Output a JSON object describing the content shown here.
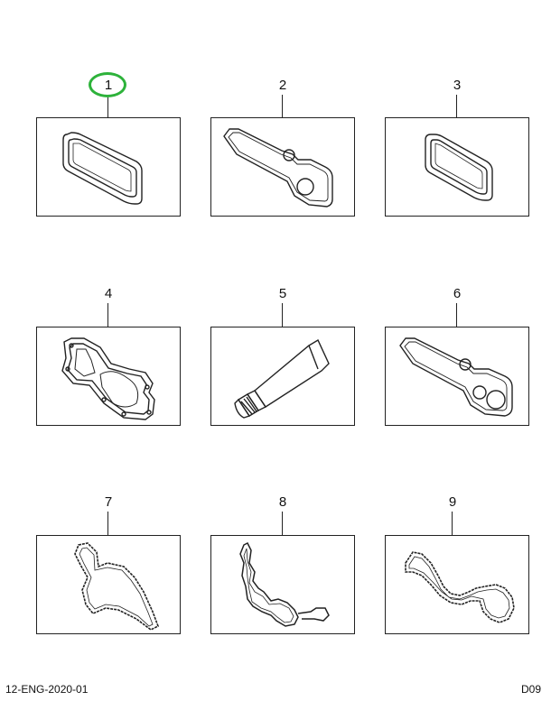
{
  "items": [
    {
      "number": "1",
      "icon": "valve-cover-gasket-icon",
      "highlighted": true
    },
    {
      "number": "2",
      "icon": "housing-gasket-icon"
    },
    {
      "number": "3",
      "icon": "valve-cover-gasket-icon"
    },
    {
      "number": "4",
      "icon": "timing-cover-gasket-icon"
    },
    {
      "number": "5",
      "icon": "sealant-tube-icon"
    },
    {
      "number": "6",
      "icon": "housing-gasket-icon"
    },
    {
      "number": "7",
      "icon": "oil-pan-gasket-icon"
    },
    {
      "number": "8",
      "icon": "manifold-gasket-icon"
    },
    {
      "number": "9",
      "icon": "thermostat-gasket-icon"
    }
  ],
  "highlight_color": "#2db23a",
  "footer": {
    "left": "12-ENG-2020-01",
    "right": "D09"
  }
}
